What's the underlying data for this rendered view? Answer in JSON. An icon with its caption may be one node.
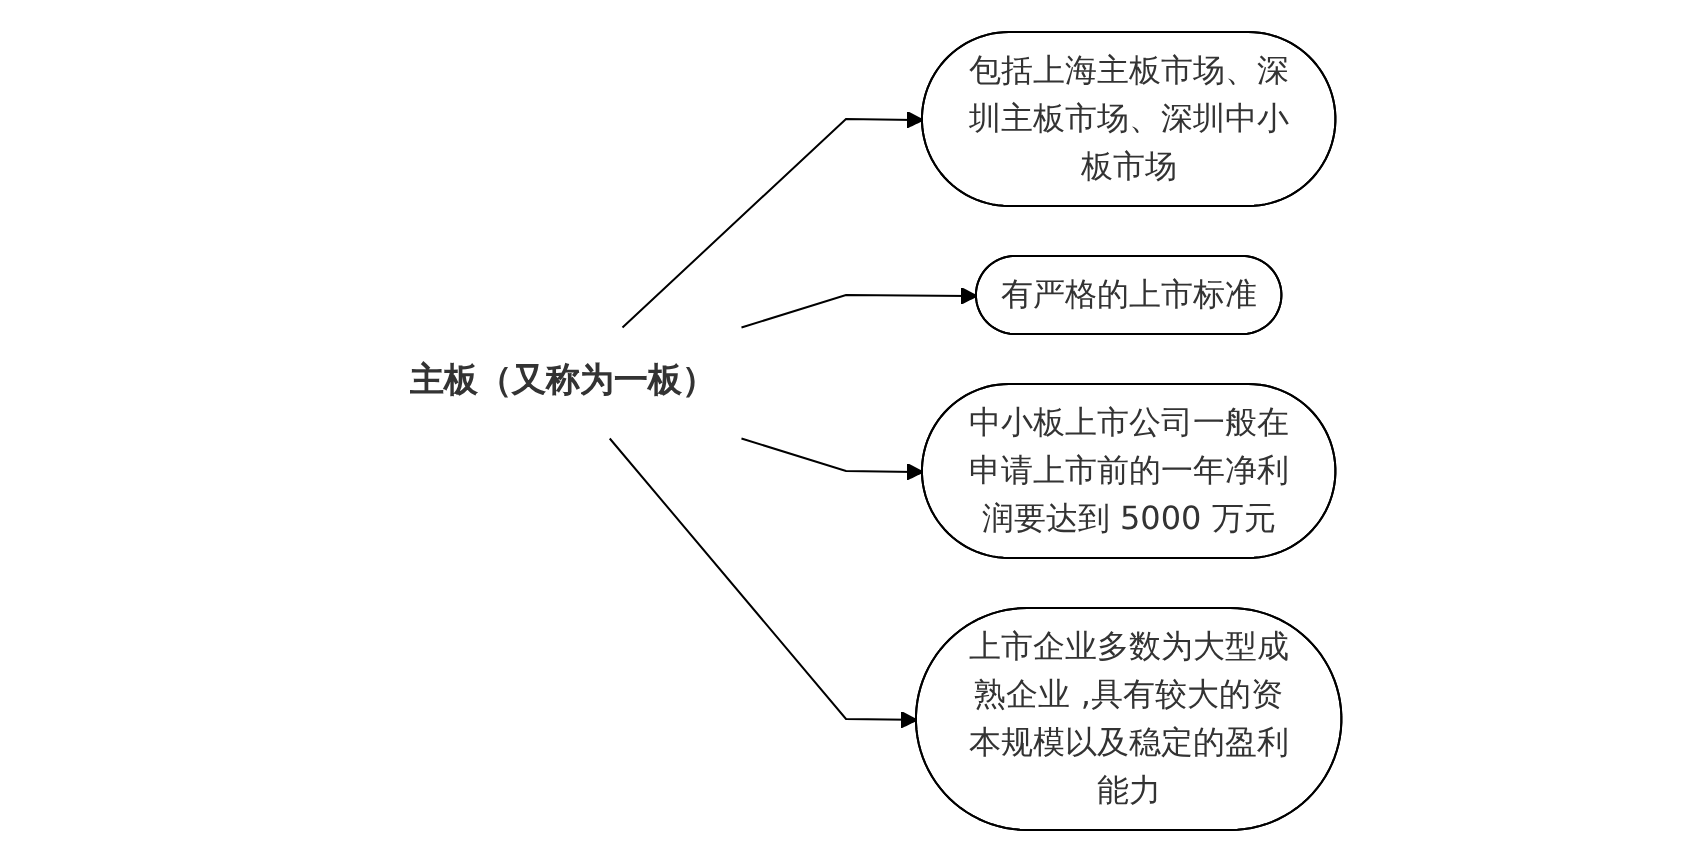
{
  "diagram": {
    "nodes": [
      {
        "text": [
          "主板（又称为一板）"
        ]
      },
      {
        "text": [
          "包括上海主板市场、深圳主板市场、深圳中小板市场"
        ]
      },
      {
        "text": [
          "有严格的上市标准"
        ]
      },
      {
        "text": [
          "中小板上市公司一般在申请上市前的一年净利润要达到 5000 万元"
        ]
      },
      {
        "text": [
          "上市企业多数为大型成熟企业 ,具有较大的资本规模以及稳定的盈利能力"
        ]
      }
    ],
    "edges": [
      {
        "from": 0,
        "to": 1,
        "arrow": "to"
      },
      {
        "from": 0,
        "to": 2,
        "arrow": "to"
      },
      {
        "from": 0,
        "to": 3,
        "arrow": "to"
      },
      {
        "from": 0,
        "to": 4,
        "arrow": "to"
      }
    ]
  }
}
